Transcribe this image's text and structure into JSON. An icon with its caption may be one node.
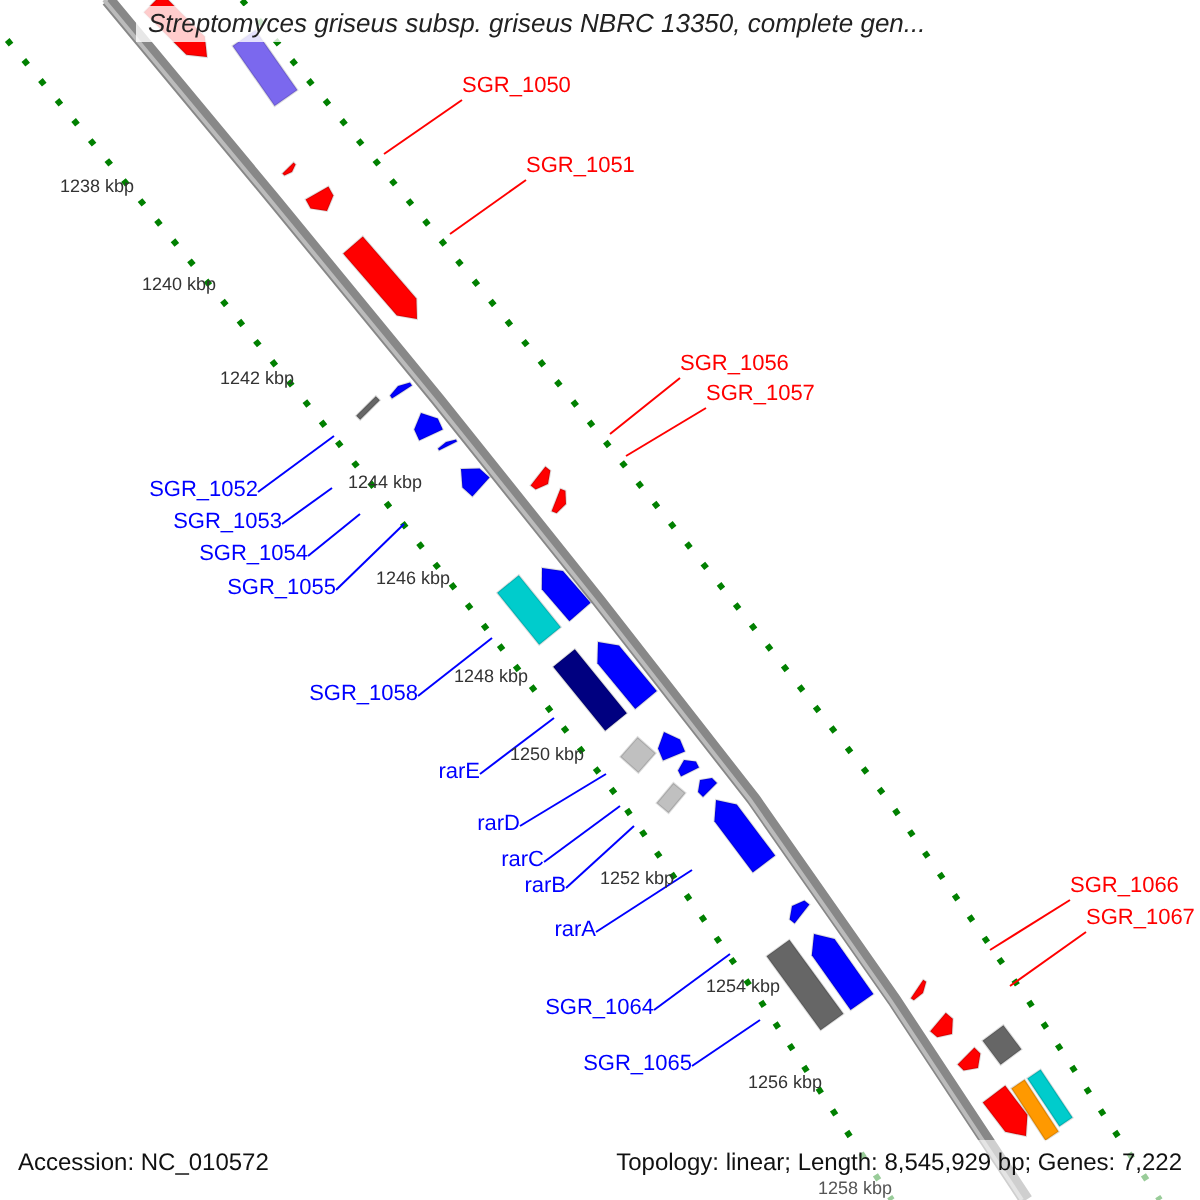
{
  "diagram": {
    "title": "Streptomyces griseus subsp. griseus NBRC 13350, complete gen...",
    "nodes": [
      {
        "text": [
          "SGR_1050"
        ]
      },
      {
        "text": [
          "SGR_1051"
        ]
      },
      {
        "text": [
          "SGR_1056"
        ]
      },
      {
        "text": [
          "SGR_1057"
        ]
      },
      {
        "text": [
          "SGR_1052"
        ]
      },
      {
        "text": [
          "SGR_1053"
        ]
      },
      {
        "text": [
          "SGR_1054"
        ]
      },
      {
        "text": [
          "SGR_1055"
        ]
      },
      {
        "text": [
          "SGR_1058"
        ]
      },
      {
        "text": [
          "rarE"
        ]
      },
      {
        "text": [
          "rarD"
        ]
      },
      {
        "text": [
          "rarC"
        ]
      },
      {
        "text": [
          "rarB"
        ]
      },
      {
        "text": [
          "rarA"
        ]
      },
      {
        "text": [
          "SGR_1064"
        ]
      },
      {
        "text": [
          "SGR_1065"
        ]
      },
      {
        "text": [
          "SGR_1066"
        ]
      },
      {
        "text": [
          "SGR_1067"
        ]
      }
    ],
    "edges": [
      {
        "from": 0,
        "to": null,
        "arrow": "none",
        "color": "#ff0000"
      },
      {
        "from": 1,
        "to": null,
        "arrow": "none",
        "color": "#ff0000"
      },
      {
        "from": 2,
        "to": null,
        "arrow": "none",
        "color": "#ff0000"
      },
      {
        "from": 3,
        "to": null,
        "arrow": "none",
        "color": "#ff0000"
      },
      {
        "from": 4,
        "to": null,
        "arrow": "none"
      },
      {
        "from": 5,
        "to": null,
        "arrow": "none"
      },
      {
        "from": 6,
        "to": null,
        "arrow": "none"
      },
      {
        "from": 7,
        "to": null,
        "arrow": "none"
      },
      {
        "from": 8,
        "to": null,
        "arrow": "none"
      },
      {
        "from": 9,
        "to": null,
        "arrow": "none"
      },
      {
        "from": 10,
        "to": null,
        "arrow": "none"
      },
      {
        "from": 11,
        "to": null,
        "arrow": "none"
      },
      {
        "from": 12,
        "to": null,
        "arrow": "none"
      },
      {
        "from": 13,
        "to": null,
        "arrow": "none"
      },
      {
        "from": 14,
        "to": null,
        "arrow": "none"
      },
      {
        "from": 15,
        "to": null,
        "arrow": "none"
      },
      {
        "from": 16,
        "to": null,
        "arrow": "none",
        "color": "#ff0000"
      },
      {
        "from": 17,
        "to": null,
        "arrow": "none",
        "color": "#ff0000"
      }
    ],
    "labels": [
      "1238 kbp",
      "1240 kbp",
      "1242 kbp",
      "1244 kbp",
      "1246 kbp",
      "1248 kbp",
      "1250 kbp",
      "1252 kbp",
      "1254 kbp",
      "1256 kbp",
      "1258 kbp",
      "Accession: NC_010572",
      "Topology: linear; Length: 8,545,929 bp; Genes: 7,222"
    ]
  }
}
